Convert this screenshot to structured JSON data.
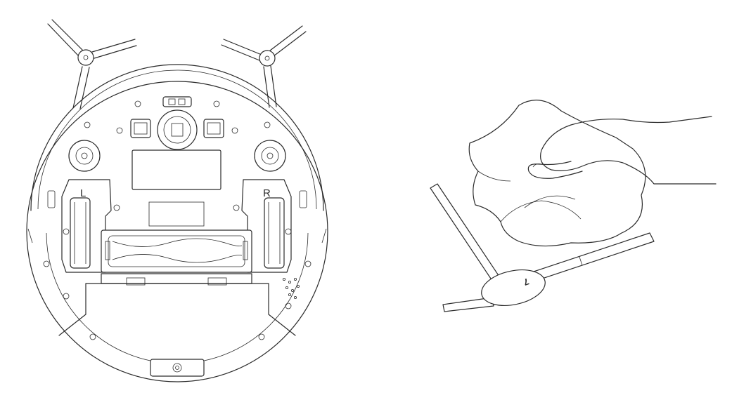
{
  "diagram": {
    "robot": {
      "wheel_labels": {
        "left": "L",
        "right": "R"
      }
    },
    "side_brush": {
      "mark": "7"
    },
    "colors": {
      "line": "#2b2b2b",
      "background": "#ffffff"
    }
  }
}
